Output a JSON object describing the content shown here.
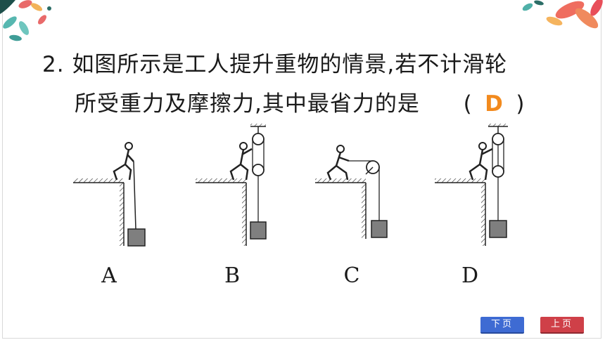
{
  "question": {
    "number": "2.",
    "line1": "如图所示是工人提升重物的情景,若不计滑轮",
    "line2_text": "所受重力及摩擦力,其中最省力的是",
    "paren_open": "(",
    "answer": "D",
    "paren_close": ")"
  },
  "figures": [
    "A",
    "B",
    "C",
    "D"
  ],
  "nav": {
    "next_label": "下页",
    "prev_label": "上页"
  },
  "colors": {
    "answer": "#f28a1e",
    "next_button": "#3e6bd3",
    "prev_button": "#cf4048"
  }
}
